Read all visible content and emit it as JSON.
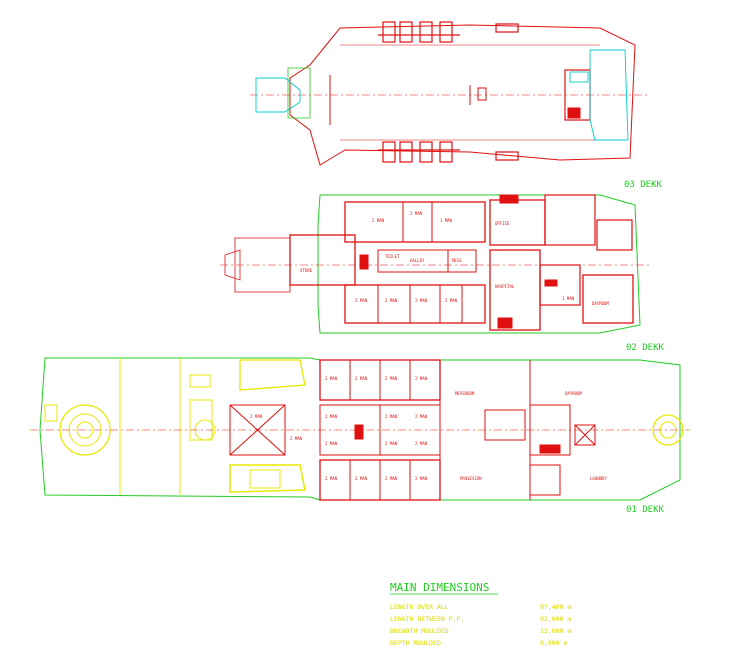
{
  "decks": {
    "d03": "03 DEKK",
    "d02": "02 DEKK",
    "d01": "01 DEKK"
  },
  "dimensions": {
    "title": "MAIN DIMENSIONS",
    "rows": [
      {
        "label": "LENGTH OVER ALL",
        "value": "97,400 m"
      },
      {
        "label": "LENGTH BETWEEN P.P.",
        "value": "92,000 m"
      },
      {
        "label": "BREADTH MOULDED",
        "value": "13,000 m"
      },
      {
        "label": "DEPTH MOULDED",
        "value": "8,000 m"
      }
    ]
  },
  "rooms": {
    "r1": "2 MAN",
    "r2": "2 MAN",
    "r3": "1 MAN",
    "r4": "TOILET",
    "r5": "GALLEY",
    "r6": "MESS",
    "r7": "STORE",
    "r8": "2 MAN",
    "r9": "2 MAN",
    "r10": "2 MAN",
    "r11": "2 MAN",
    "r12": "OFFICE",
    "r13": "HOSPITAL",
    "r14": "DAYROOM",
    "r15": "1 MAN",
    "r16": "2 MAN",
    "r17": "2 MAN",
    "r18": "2 MAN",
    "r19": "2 MAN",
    "r20": "2 MAN",
    "r21": "2 MAN",
    "r22": "2 MAN",
    "r23": "2 MAN",
    "r24": "2 MAN",
    "r25": "2 MAN",
    "r26": "2 MAN",
    "r27": "2 MAN",
    "r28": "2 MAN",
    "r29": "2 MAN",
    "r30": "2 MAN",
    "r31": "2 MAN",
    "r32": "MESSROOM",
    "r33": "DAYROOM",
    "r34": "PROVISION",
    "r35": "LAUNDRY"
  },
  "colors": {
    "structure": "#e01010",
    "outline": "#22cc22",
    "equipment": "#e8e800",
    "accent": "#00cccc",
    "centerline": "#e01010"
  }
}
